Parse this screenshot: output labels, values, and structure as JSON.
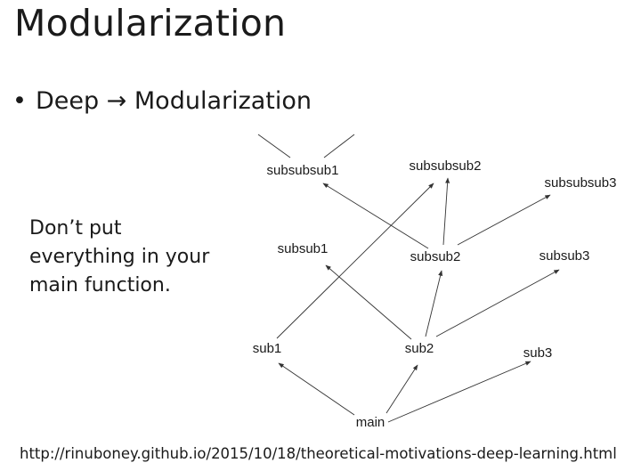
{
  "slide": {
    "title": "Modularization",
    "bullet": "Deep → Modularization",
    "bullet_marker": "•",
    "side_note": "Don’t put\neverything in your\nmain function.",
    "source_url": "http://rinuboney.github.io/2015/10/18/theoretical-motivations-deep-learning.html"
  },
  "diagram": {
    "nodes": [
      {
        "id": "subsubsub1",
        "label": "subsubsub1"
      },
      {
        "id": "subsubsub2",
        "label": "subsubsub2"
      },
      {
        "id": "subsubsub3",
        "label": "subsubsub3"
      },
      {
        "id": "subsub1",
        "label": "subsub1"
      },
      {
        "id": "subsub2",
        "label": "subsub2"
      },
      {
        "id": "subsub3",
        "label": "subsub3"
      },
      {
        "id": "sub1",
        "label": "sub1"
      },
      {
        "id": "sub2",
        "label": "sub2"
      },
      {
        "id": "sub3",
        "label": "sub3"
      },
      {
        "id": "main",
        "label": "main"
      }
    ],
    "edges": [
      {
        "from": "main",
        "to": "sub1"
      },
      {
        "from": "main",
        "to": "sub2"
      },
      {
        "from": "main",
        "to": "sub3"
      },
      {
        "from": "sub1",
        "to": "subsubsub2"
      },
      {
        "from": "sub2",
        "to": "subsub1"
      },
      {
        "from": "sub2",
        "to": "subsub2"
      },
      {
        "from": "sub2",
        "to": "subsub3"
      },
      {
        "from": "subsub2",
        "to": "subsubsub1"
      },
      {
        "from": "subsub2",
        "to": "subsubsub2"
      },
      {
        "from": "subsub2",
        "to": "subsubsub3"
      },
      {
        "from": "subsubsub1",
        "to": "offscreen-left"
      },
      {
        "from": "subsubsub1",
        "to": "offscreen-right"
      }
    ]
  }
}
